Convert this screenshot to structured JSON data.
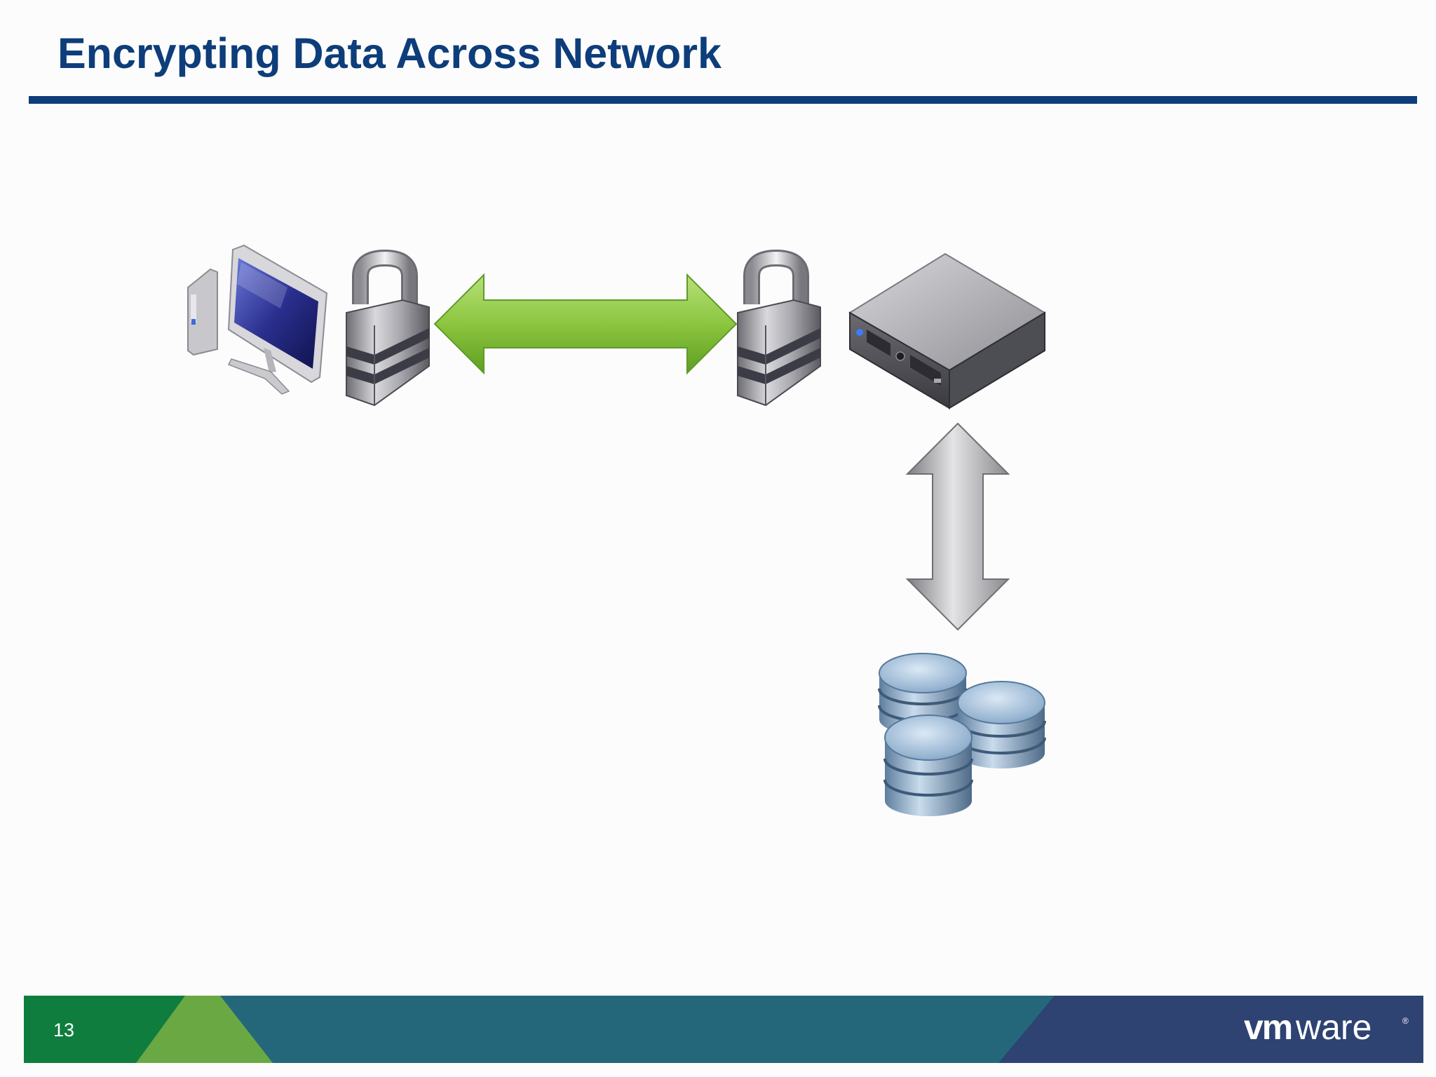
{
  "slide": {
    "title": "Encrypting Data Across Network",
    "page_number": "13",
    "brand": "vmware"
  },
  "diagram": {
    "nodes": [
      "workstation-icon",
      "lock-icon",
      "lock-icon",
      "server-icon",
      "database-icon"
    ],
    "connections": [
      {
        "from": "workstation",
        "to": "server",
        "style": "bidirectional-arrow",
        "color": "#8cc63f",
        "encrypted": true
      },
      {
        "from": "server",
        "to": "database",
        "style": "bidirectional-arrow",
        "color": "#a0a0a4",
        "encrypted": false
      }
    ]
  },
  "colors": {
    "title": "#0d3d7a",
    "footer_green": "#0e7d3d",
    "footer_light_green": "#6aa844",
    "footer_teal": "#24677a",
    "footer_navy": "#2e4372"
  }
}
